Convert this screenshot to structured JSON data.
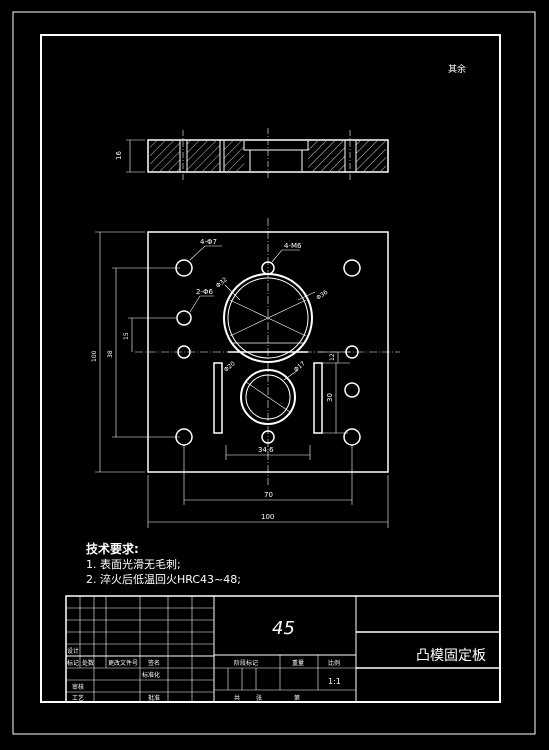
{
  "header_note": "其余",
  "dimensions": {
    "thickness": "16",
    "holes_4phi7": "4-Φ7",
    "holes_4m6": "4-M6",
    "holes_2phi6": "2-Φ6",
    "dia_32": "Φ32",
    "dia_36": "Φ36",
    "dia_20": "Φ20",
    "dia_17": "Φ17",
    "dim_15": "15",
    "dim_38": "38",
    "dim_100_v": "100",
    "dim_12": "12",
    "dim_30": "30",
    "dim_34_6": "34.6",
    "dim_70": "70",
    "dim_100_h": "100"
  },
  "tech_requirements": {
    "title": "技术要求:",
    "item1": "1. 表面光滑无毛刺;",
    "item2": "2. 淬火后低温回火HRC43~48;"
  },
  "title_block": {
    "material": "45",
    "part_name": "凸模固定板",
    "scale": "1:1",
    "col_mark": "标记",
    "col_count": "处数",
    "col_file": "更改文件号",
    "col_sign": "签名",
    "col_design": "设计",
    "col_std": "标准化",
    "col_stage_mark": "阶段标记",
    "col_weight": "重量",
    "col_ratio": "比例",
    "col_review": "审核",
    "col_craft": "工艺",
    "col_approve": "批准",
    "col_total": "共",
    "col_sheet": "张",
    "col_no": "第"
  }
}
